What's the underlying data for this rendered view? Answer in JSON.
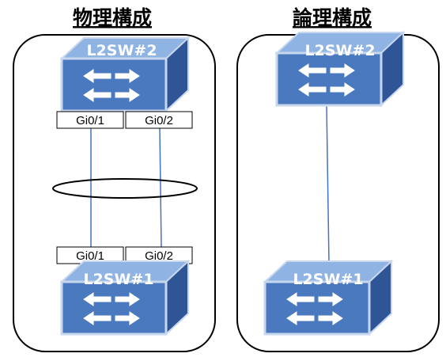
{
  "colors": {
    "switch_front": "#4a79c0",
    "switch_top": "#8fb3e3",
    "switch_side": "#2f5597",
    "switch_border": "#c7d7ee",
    "link": "#4472c4"
  },
  "physical": {
    "title": "物理構成",
    "top_switch": "L2SW#2",
    "bottom_switch": "L2SW#1",
    "top_ports": [
      "Gi0/1",
      "Gi0/2"
    ],
    "bottom_ports": [
      "Gi0/1",
      "Gi0/2"
    ]
  },
  "logical": {
    "title": "論理構成",
    "top_switch": "L2SW#2",
    "bottom_switch": "L2SW#1"
  },
  "icons": {
    "switch_arrows": "bidirectional-arrows-icon",
    "port_channel": "link-aggregation-ellipse"
  }
}
